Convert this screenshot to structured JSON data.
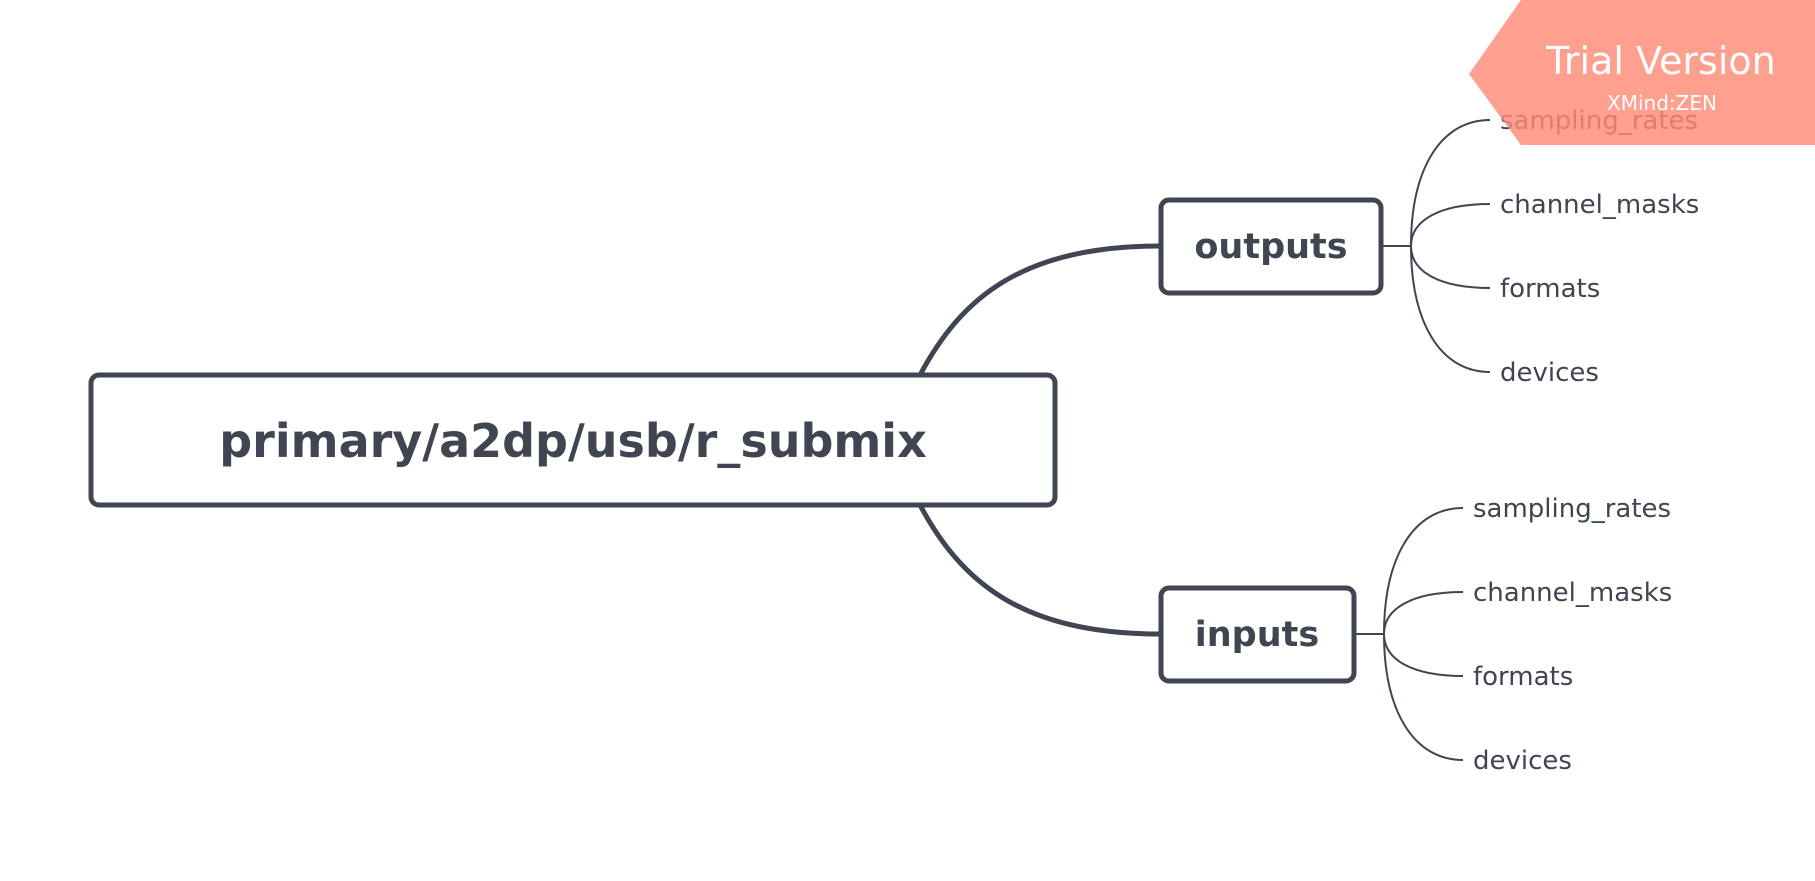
{
  "root": {
    "label": "primary/a2dp/usb/r_submix"
  },
  "branches": [
    {
      "label": "outputs",
      "children": [
        "sampling_rates",
        "channel_masks",
        "formats",
        "devices"
      ]
    },
    {
      "label": "inputs",
      "children": [
        "sampling_rates",
        "channel_masks",
        "formats",
        "devices"
      ]
    }
  ],
  "watermark": {
    "title": "Trial Version",
    "subtitle": "XMind:ZEN",
    "color": "#fe8a77"
  },
  "colors": {
    "line": "#3f4551",
    "text": "#3f4551",
    "background": "#ffffff"
  }
}
